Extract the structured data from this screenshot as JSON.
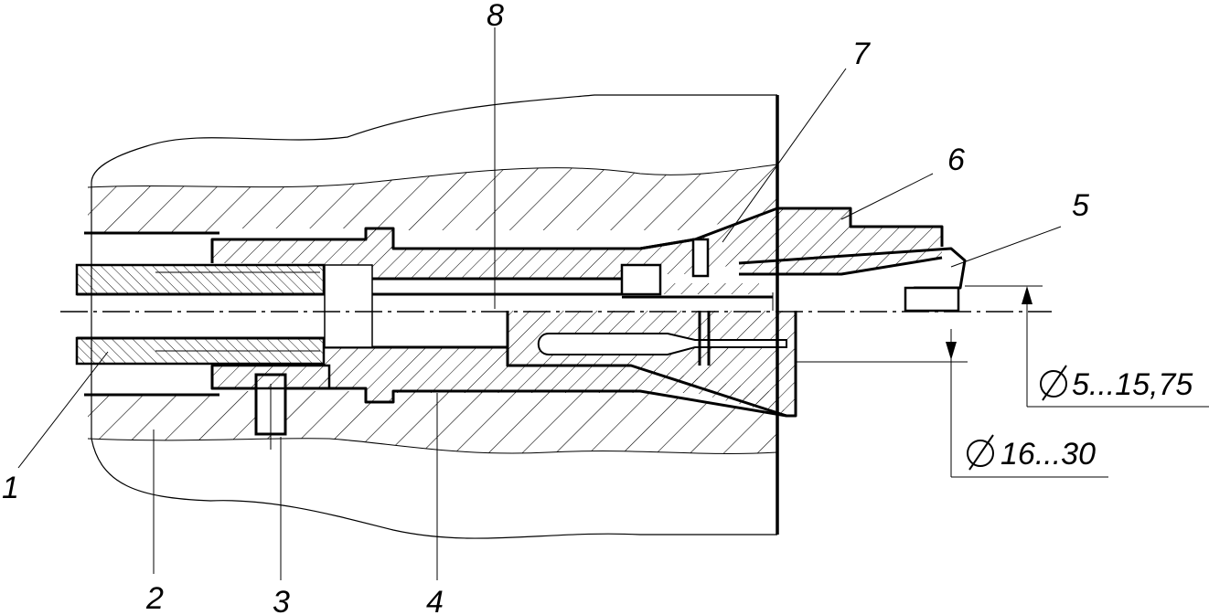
{
  "diagram": {
    "labels": {
      "l1": "1",
      "l2": "2",
      "l3": "3",
      "l4": "4",
      "l5": "5",
      "l6": "6",
      "l7": "7",
      "l8": "8"
    },
    "dimensions": {
      "inner_diameter": "5...15,75",
      "outer_diameter": "16...30"
    }
  }
}
